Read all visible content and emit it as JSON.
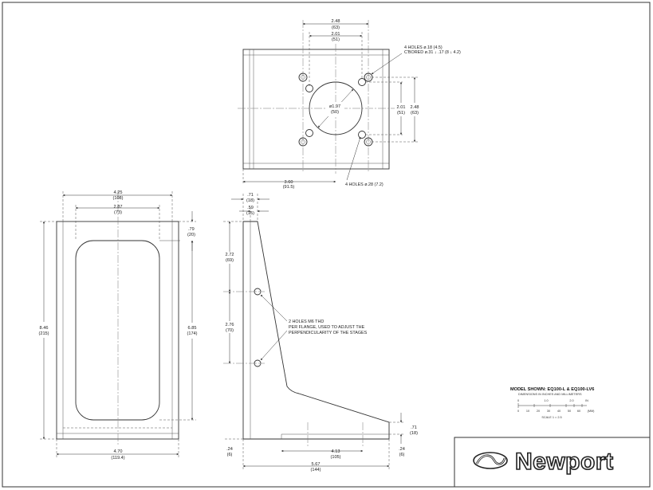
{
  "top_view": {
    "dims": {
      "width_in": "2.48",
      "width_mm": "(63)",
      "inner_width_in": "2.01",
      "inner_width_mm": "(51)",
      "flange_dia": "ø1.97",
      "flange_dia_mm": "(50)",
      "v_inner_in": "2.01",
      "v_inner_mm": "(51)",
      "v_outer_in": "2.48",
      "v_outer_mm": "(63)",
      "offset_in": "3.60",
      "offset_mm": "(91.5)"
    },
    "notes": {
      "cbored_line1": "4 HOLES ø.18 (4.5)",
      "cbored_line2": "C'BORED ø.31 ↓ .17 (8 ↓ 4.2)",
      "holes_large": "4 HOLES ø.28 (7.2)"
    }
  },
  "front_view": {
    "dims": {
      "top_width_in": "4.25",
      "top_width_mm": "(108)",
      "inner_width_in": "2.87",
      "inner_width_mm": "(73)",
      "top_margin_in": ".79",
      "top_margin_mm": "(20)",
      "height_in": "8.46",
      "height_mm": "(215)",
      "window_height_in": "6.85",
      "window_height_mm": "(174)",
      "base_width_in": "4.70",
      "base_width_mm": "(119.4)"
    }
  },
  "side_view": {
    "dims": {
      "thick_in": ".71",
      "thick_mm": "(18)",
      "plate_in": ".59",
      "plate_mm": "(15)",
      "hole1_in": "2.72",
      "hole1_mm": "(69)",
      "hole_pitch_in": "2.76",
      "hole_pitch_mm": "(70)",
      "base_thick_in": ".71",
      "base_thick_mm": "(18)",
      "foot_in": ".24",
      "foot_mm": "(6)",
      "foot2_in": ".24",
      "foot2_mm": "(6)",
      "slot_in": "4.13",
      "slot_mm": "(105)",
      "depth_in": "5.67",
      "depth_mm": "(144)"
    },
    "notes": {
      "holes_line1": "2 HOLES M6 THD",
      "holes_line2": "PER FLANGE, USED TO ADJUST THE",
      "holes_line3": "PERPENDICULARITY OF THE STAGES"
    }
  },
  "model_block": {
    "title": "MODEL SHOWN: EQ100-L & EQ100-LV6",
    "subtitle": "DIMENSIONS IN INCHES AND MILLIMETERS",
    "scale_inch_ticks": [
      "0",
      "1.0",
      "2.0",
      "IN"
    ],
    "scale_mm_ticks": [
      "0",
      "10",
      "20",
      "30",
      "40",
      "50",
      "60",
      "(MM)"
    ],
    "scale": "SCALE 1 = 2.5"
  },
  "logo": {
    "text": "Newport",
    "icon": "newport-swoosh-icon"
  }
}
